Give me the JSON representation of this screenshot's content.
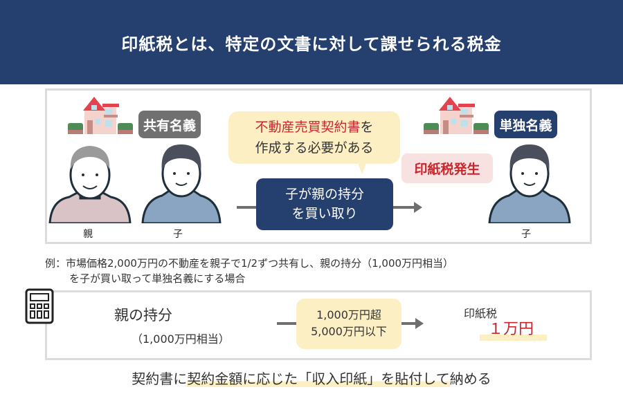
{
  "header": {
    "title": "印紙税とは、特定の文書に対して課せられる税金"
  },
  "scene": {
    "joint_badge": "共有名義",
    "sole_badge": "単独名義",
    "bubble_red": "不動産売買契約書",
    "bubble_rest_1": "を",
    "bubble_line2": "作成する必要がある",
    "tax_badge": "印紙税発生",
    "action_line1": "子が親の持分",
    "action_line2": "を買い取り",
    "parent_label": "親",
    "child_label": "子",
    "child_label_right": "子"
  },
  "example": {
    "line1": "例：市場価格2,000万円の不動産を親子で1/2ずつ共有し、親の持分（1,000万円相当）",
    "line2": "を子が買い取って単独名義にする場合"
  },
  "calc": {
    "share_title": "親の持分",
    "share_value": "（1,000万円相当）",
    "range_line1": "1,000万円超",
    "range_line2": "5,000万円以下",
    "tax_label": "印紙税",
    "tax_amount": "１万円"
  },
  "footer": {
    "pre": "契約書に",
    "highlight": "契約金額に応じた「収入印紙」を貼付して",
    "post": "納める"
  },
  "colors": {
    "navy": "#253f6e",
    "red": "#c8262d",
    "yellow": "#fdefc4",
    "pink": "#f8e1e1",
    "gray": "#707070"
  }
}
